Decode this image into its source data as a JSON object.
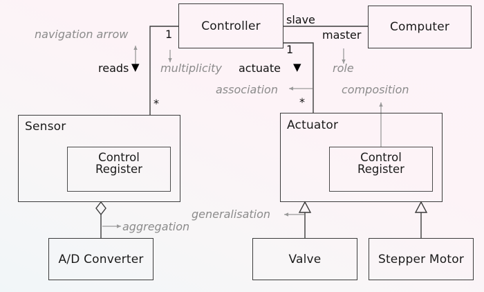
{
  "diagram": {
    "kind": "uml-class-diagram",
    "background_top_right": "#fdf3f8",
    "background_bottom_left": "#f1f6f8",
    "line_color": "#3a3a3a",
    "annotation_color": "#8b8b8b",
    "text_color": "#111111"
  },
  "classes": {
    "controller": {
      "name": "Controller"
    },
    "computer": {
      "name": "Computer"
    },
    "sensor": {
      "name": "Sensor"
    },
    "actuator": {
      "name": "Actuator"
    },
    "sensor_register": {
      "line1": "Control",
      "line2": "Register"
    },
    "actuator_register": {
      "line1": "Control",
      "line2": "Register"
    },
    "ad_converter": {
      "name": "A/D Converter"
    },
    "valve": {
      "name": "Valve"
    },
    "stepper_motor": {
      "name": "Stepper Motor"
    }
  },
  "edge_labels": {
    "reads": "reads",
    "actuate": "actuate",
    "slave": "slave",
    "master": "master",
    "nav_glyph_reads": "▼",
    "nav_glyph_actuate": "▼"
  },
  "multiplicities": {
    "controller_sensor_one": "1",
    "controller_sensor_many": "*",
    "controller_actuator_one": "1",
    "controller_actuator_many": "*"
  },
  "annotations": {
    "navigation_arrow": "navigation arrow",
    "multiplicity": "multiplicity",
    "association": "association",
    "role": "role",
    "composition": "composition",
    "aggregation": "aggregation",
    "generalisation": "generalisation"
  }
}
